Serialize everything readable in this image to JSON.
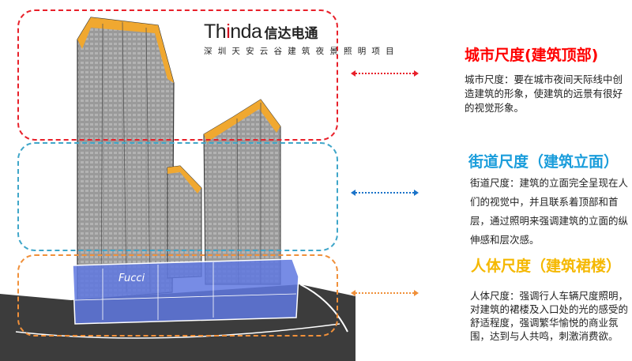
{
  "logo": {
    "brand_prefix": "Th",
    "brand_i": "i",
    "brand_suffix": "nda",
    "brand_cn": "信达电通"
  },
  "project_title": "深圳天安云谷建筑夜景照明项目",
  "podium_sign": "Fucci",
  "sections": [
    {
      "heading": "城市尺度(建筑顶部)",
      "body": "城市尺度：要在城市夜间天际线中创造建筑的形象，使建筑的远景有很好的视觉形象。",
      "color": "#ff0000"
    },
    {
      "heading": "街道尺度（建筑立面）",
      "body": "街道尺度：建筑的立面完全呈现在人们的视觉中，并且联系着顶部和首层，通过照明来强调建筑的立面的纵伸感和层次感。",
      "color": "#1a9ddb"
    },
    {
      "heading": "人体尺度（建筑裙楼）",
      "body": "人体尺度：强调行人车辆尺度照明，对建筑的裙楼及入口处的光的感受的舒适程度，强调繁华愉悦的商业氛围，达到与人共鸣，刺激消费欲。",
      "color": "#f5b800"
    }
  ],
  "colors": {
    "top_zone": "#e8202a",
    "facade_zone": "#3fa6c9",
    "podium_zone": "#f0903a",
    "podium_fill": "#5f78e0",
    "roof_fill": "#f0a830"
  }
}
